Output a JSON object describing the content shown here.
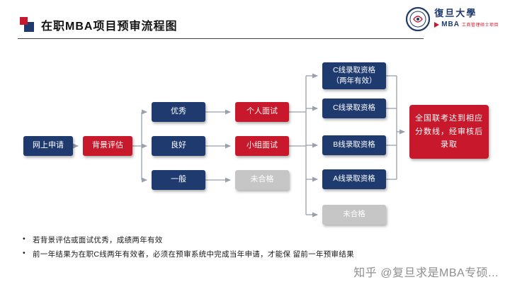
{
  "header": {
    "title": "在职MBA项目预审流程图",
    "logo": {
      "university": "復旦大學",
      "mba": "MBA",
      "subtitle": "工商管理硕士项目"
    }
  },
  "flowchart": {
    "nodes": {
      "apply": "网上申请",
      "background_eval": "背景评估",
      "excellent": "优秀",
      "good": "良好",
      "average": "一般",
      "personal_interview": "个人面试",
      "group_interview": "小组面试",
      "fail_interview": "未合格",
      "c_line_two_year": "C线录取资格\n（两年有效）",
      "c_line": "C线录取资格",
      "b_line": "B线录取资格",
      "a_line": "A线录取资格",
      "fail_final": "未合格",
      "admission": "全国联考达到相应分数线，经审核后录取"
    }
  },
  "notes": {
    "items": [
      "若背景评估或面试优秀，成绩两年有效",
      "前一年结果为在职C线两年有效者，必须在预审系统中完成当年申请，才能保 留前一年预审结果"
    ]
  },
  "watermark": "知乎 @复旦求是MBA专硕...",
  "colors": {
    "navy": "#1e3a6e",
    "red": "#c8192c",
    "gray": "#c6c6c6",
    "connector": "#97a0ac"
  }
}
